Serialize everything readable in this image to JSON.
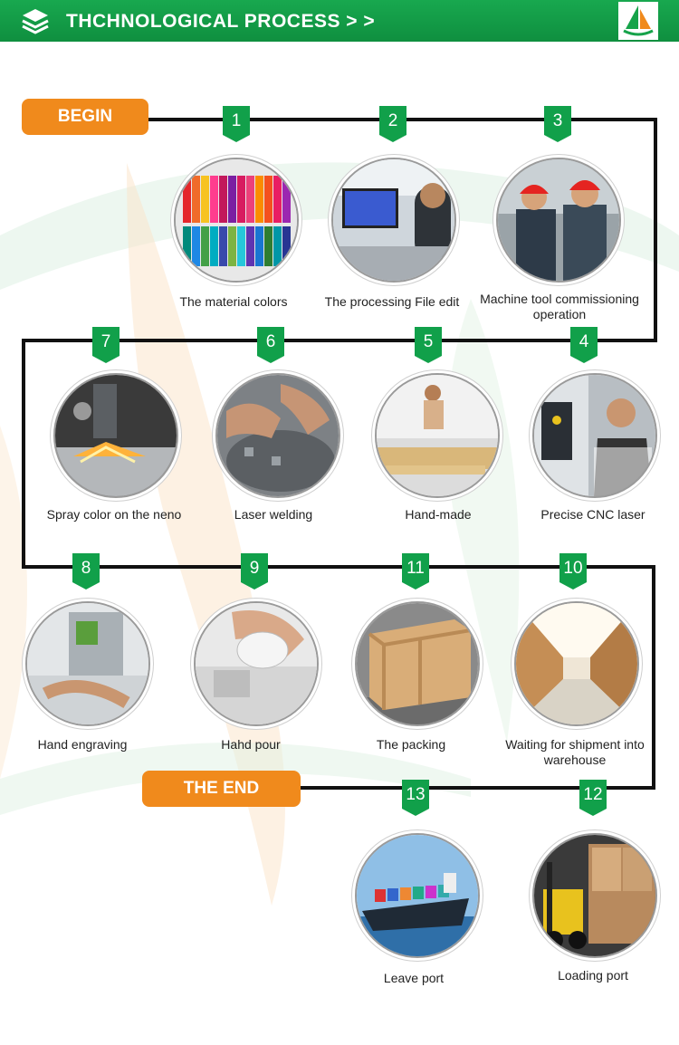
{
  "header": {
    "title": "THCHNOLOGICAL PROCESS > >",
    "stack_icon": "layers-icon",
    "logo_icon": "sailboat-logo"
  },
  "begin_label": "BEGIN",
  "end_label": "THE END",
  "steps": [
    {
      "number": "1",
      "caption": "The material colors",
      "image": "acrylic-color-sheets"
    },
    {
      "number": "2",
      "caption": "The processing File edit",
      "image": "computer-file-editing"
    },
    {
      "number": "3",
      "caption": "Machine tool commissioning operation",
      "image": "workers-with-hard-hats"
    },
    {
      "number": "4",
      "caption": "Precise CNC laser",
      "image": "cnc-operator"
    },
    {
      "number": "5",
      "caption": "Hand-made",
      "image": "worker-hand-making"
    },
    {
      "number": "6",
      "caption": "Laser welding",
      "image": "hands-welding-parts"
    },
    {
      "number": "7",
      "caption": "Spray color on the neno",
      "image": "laser-sparks"
    },
    {
      "number": "8",
      "caption": "Hand engraving",
      "image": "engraving-machine"
    },
    {
      "number": "9",
      "caption": "Hahd pour",
      "image": "pouring-resin"
    },
    {
      "number": "11",
      "caption": "The packing",
      "image": "wooden-crate"
    },
    {
      "number": "10",
      "caption": "Waiting for shipment into warehouse",
      "image": "warehouse-aisle"
    },
    {
      "number": "13",
      "caption": "Leave port",
      "image": "container-ship"
    },
    {
      "number": "12",
      "caption": "Loading port",
      "image": "forklift-loading"
    }
  ],
  "colors": {
    "green": "#11a04a",
    "orange": "#f08a1c",
    "line": "#111111"
  }
}
